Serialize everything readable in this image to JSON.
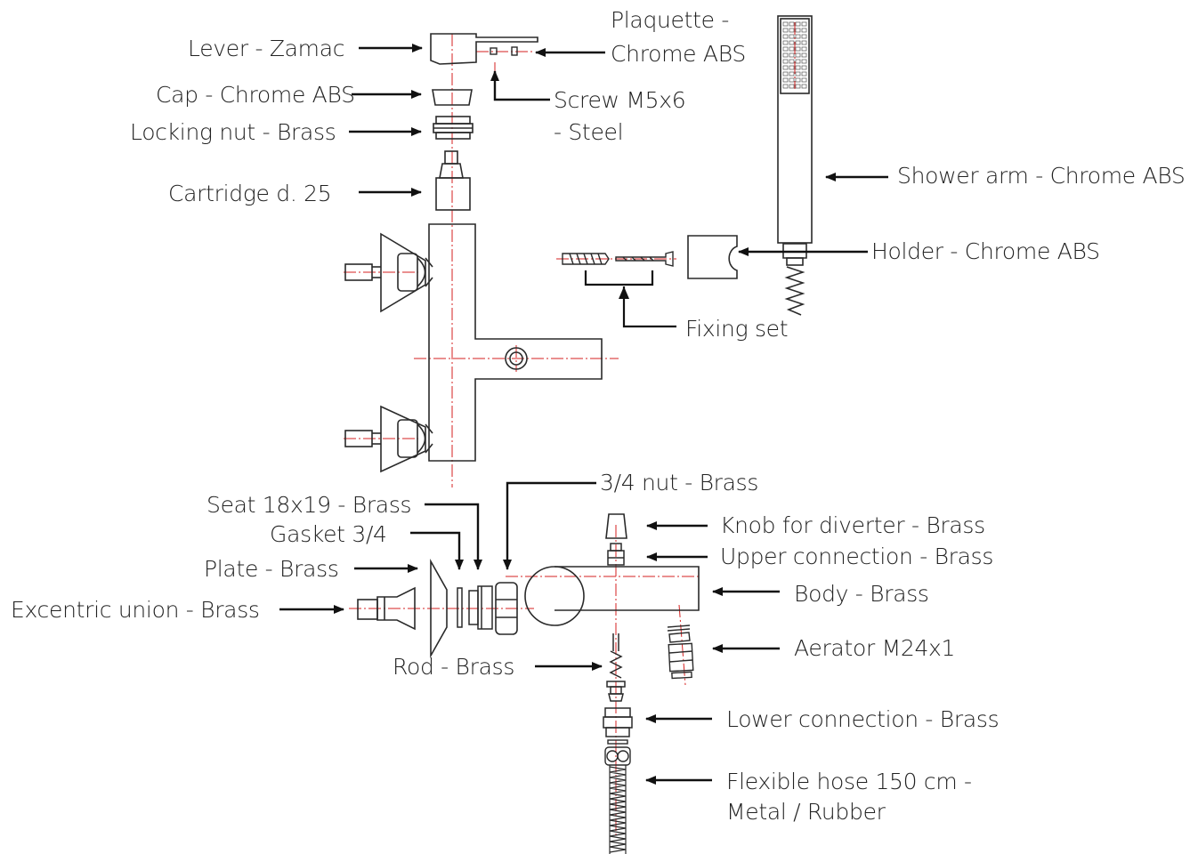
{
  "colors": {
    "line": "#2a2a2a",
    "centerline": "#d62020",
    "text": "#222222",
    "background": "#ffffff"
  },
  "labels": {
    "lever": "Lever - Zamac",
    "plaquette_1": "Plaquette -",
    "plaquette_2": "Chrome ABS",
    "cap": "Cap - Chrome ABS",
    "screw_1": "Screw M5x6",
    "screw_2": "- Steel",
    "locking_nut": "Locking nut - Brass",
    "cartridge": "Cartridge d. 25",
    "shower_arm": "Shower arm - Chrome ABS",
    "holder": "Holder - Chrome ABS",
    "fixing_set": "Fixing set",
    "nut_3_4": "3/4 nut - Brass",
    "seat": "Seat 18x19 - Brass",
    "gasket": "Gasket 3/4",
    "plate": "Plate - Brass",
    "excentric_union": "Excentric union - Brass",
    "rod": "Rod - Brass",
    "knob": "Knob for diverter - Brass",
    "upper_connection": "Upper connection - Brass",
    "body": "Body - Brass",
    "aerator": "Aerator M24x1",
    "lower_connection": "Lower connection - Brass",
    "hose_1": "Flexible hose 150 cm -",
    "hose_2": "Metal / Rubber"
  }
}
